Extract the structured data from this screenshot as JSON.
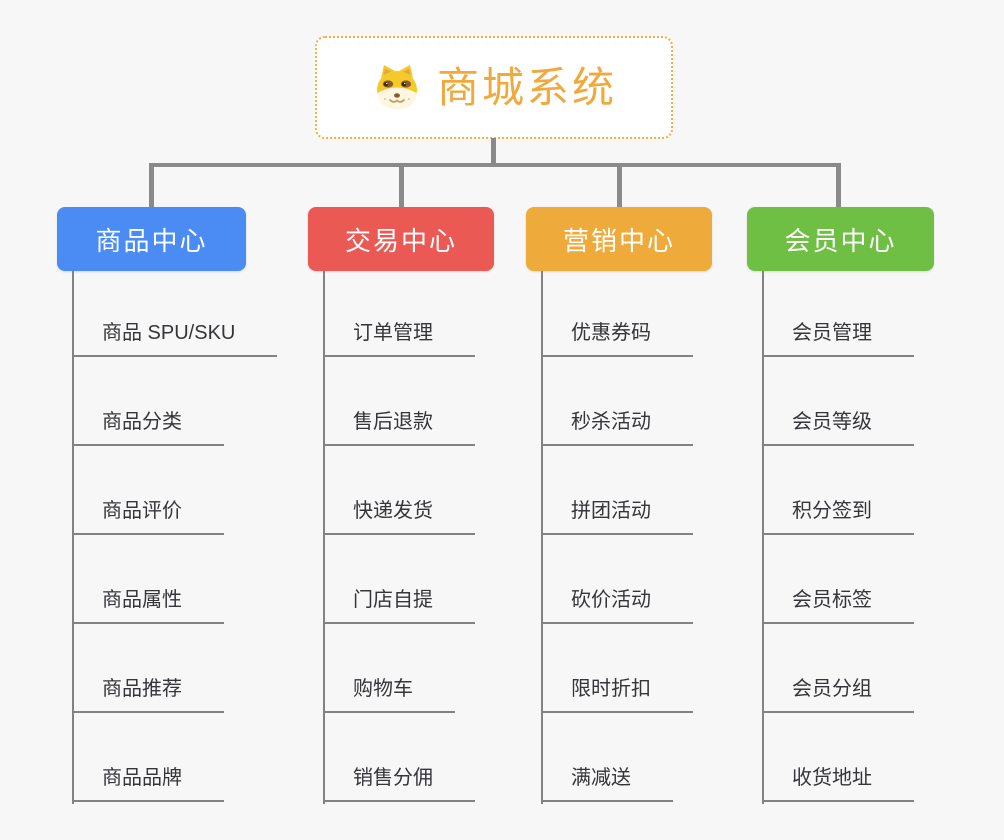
{
  "root": {
    "title": "商城系统",
    "icon": "dog-face-icon",
    "text_color": "#F0A93D",
    "border_color": "#F5AF3D",
    "background": "#FFFFFF"
  },
  "colors": {
    "page_background": "#F7F7F7",
    "connector": "#8A8A8A",
    "leaf_line": "#828282",
    "leaf_text": "#35353A"
  },
  "branches": [
    {
      "label": "商品中心",
      "color": "#4A8CF4",
      "items": [
        "商品 SPU/SKU",
        "商品分类",
        "商品评价",
        "商品属性",
        "商品推荐",
        "商品品牌"
      ]
    },
    {
      "label": "交易中心",
      "color": "#EA5953",
      "items": [
        "订单管理",
        "售后退款",
        "快递发货",
        "门店自提",
        "购物车",
        "销售分佣"
      ]
    },
    {
      "label": "营销中心",
      "color": "#EFAA3C",
      "items": [
        "优惠券码",
        "秒杀活动",
        "拼团活动",
        "砍价活动",
        "限时折扣",
        "满减送"
      ]
    },
    {
      "label": "会员中心",
      "color": "#6FBF45",
      "items": [
        "会员管理",
        "会员等级",
        "积分签到",
        "会员标签",
        "会员分组",
        "收货地址"
      ]
    }
  ]
}
